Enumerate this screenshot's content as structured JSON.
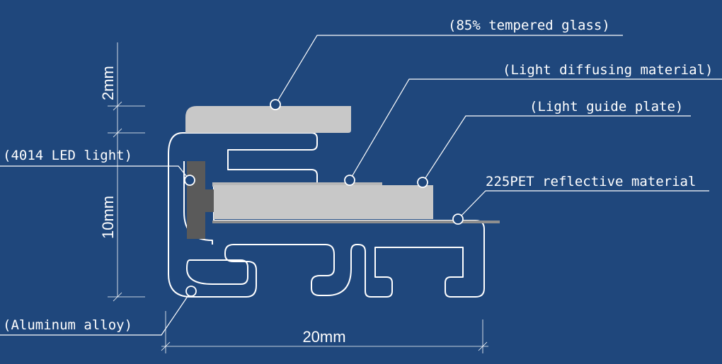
{
  "labels": {
    "glass": "(85% tempered glass)",
    "diffusing": "(Light diffusing material)",
    "guide": "(Light guide plate)",
    "reflective": "225PET reflective material",
    "led": "(4014 LED light)",
    "alloy": "(Aluminum alloy)"
  },
  "dimensions": {
    "top": "2mm",
    "side": "10mm",
    "bottom": "20mm"
  },
  "colors": {
    "background": "#1f477c",
    "panel": "#c8c8c8",
    "led": "#5a5a5a",
    "line": "#ffffff"
  }
}
